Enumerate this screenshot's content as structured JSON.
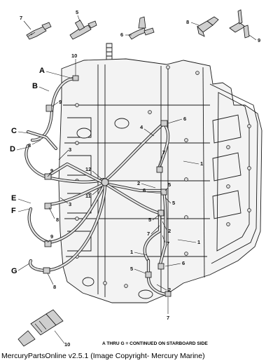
{
  "callouts": {
    "n1": "1",
    "n2": "2",
    "n3": "3",
    "n4": "4",
    "n5": "5",
    "n6": "6",
    "n7": "7",
    "n8": "8",
    "n9": "9",
    "n10": "10",
    "n11": "11",
    "n12": "12"
  },
  "letters": {
    "A": "A",
    "B": "B",
    "C": "C",
    "D": "D",
    "E": "E",
    "F": "F",
    "G": "G"
  },
  "note": "A THRU G = CONTINUED ON STARBOARD SIDE",
  "caption": "MercuryPartsOnline v2.5.1 (Image Copyright- Mercury Marine)"
}
